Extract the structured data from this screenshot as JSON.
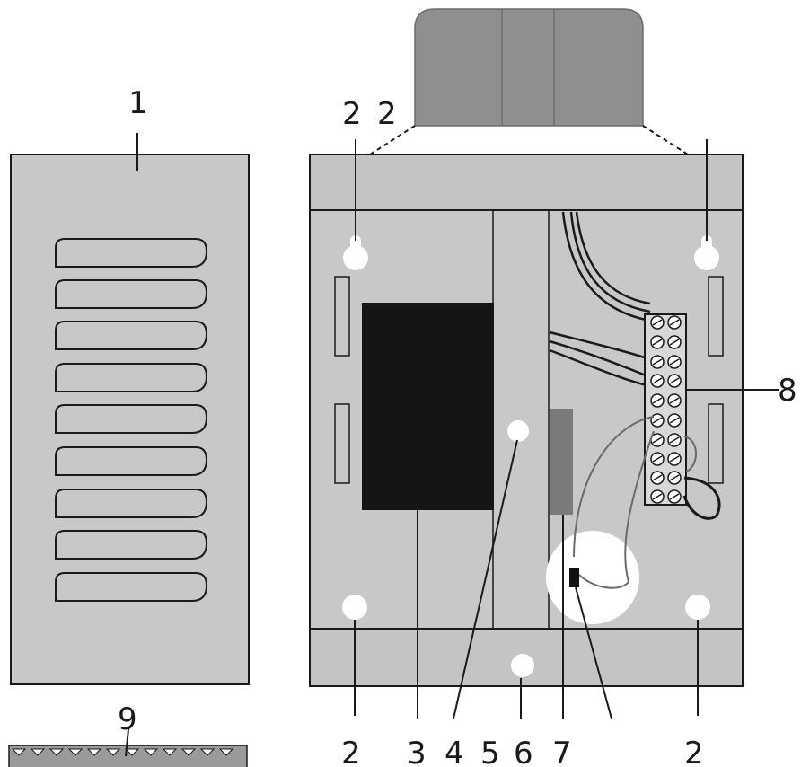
{
  "callouts": {
    "c1": "1",
    "c2a": "2",
    "c2b": "2",
    "c2_bl": "2",
    "c2_br": "2",
    "c3": "3",
    "c4": "4",
    "c5": "5",
    "c6": "6",
    "c7": "7",
    "c8": "8",
    "c9": "9"
  },
  "colors": {
    "panel": "#c8c8c8",
    "panel_dark": "#bdbdbd",
    "top_cap": "#8f8f8f",
    "transformer": "#151515",
    "relay": "#7a7a7a",
    "hole": "#ffffff",
    "outline": "#1a1a1a"
  }
}
